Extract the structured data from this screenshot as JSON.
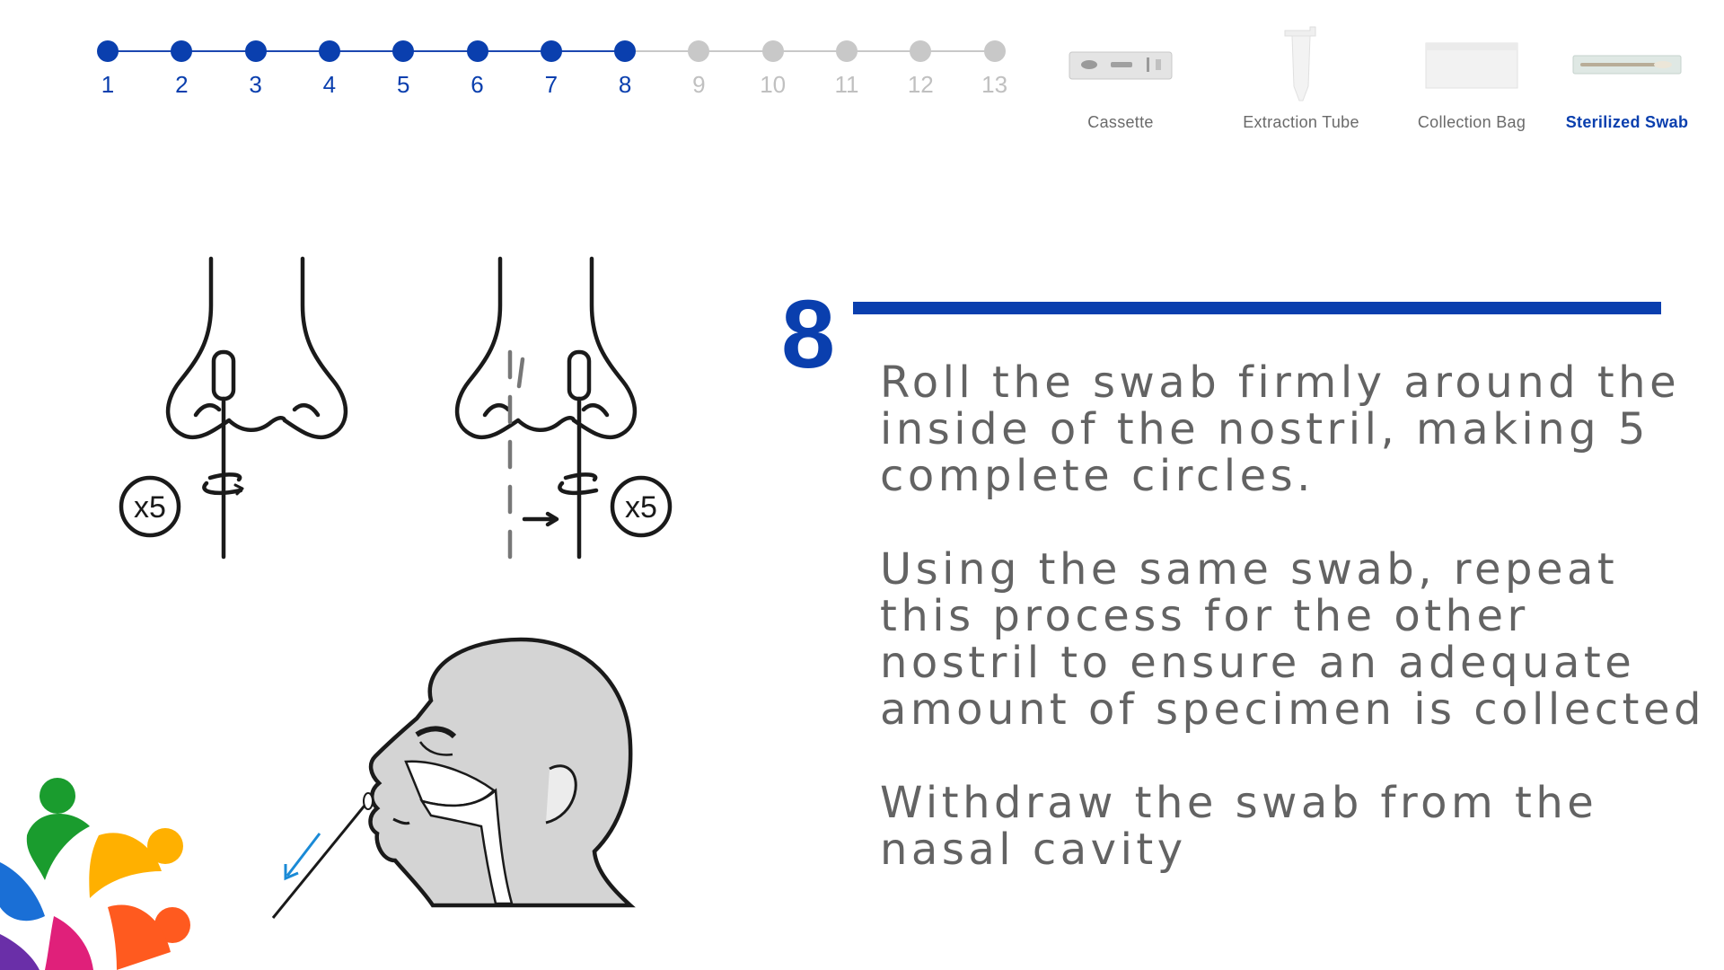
{
  "stepper": {
    "current": 8,
    "steps": [
      {
        "label": "1",
        "done": true
      },
      {
        "label": "2",
        "done": true
      },
      {
        "label": "3",
        "done": true
      },
      {
        "label": "4",
        "done": true
      },
      {
        "label": "5",
        "done": true
      },
      {
        "label": "6",
        "done": true
      },
      {
        "label": "7",
        "done": true
      },
      {
        "label": "8",
        "done": true
      },
      {
        "label": "9",
        "done": false
      },
      {
        "label": "10",
        "done": false
      },
      {
        "label": "11",
        "done": false
      },
      {
        "label": "12",
        "done": false
      },
      {
        "label": "13",
        "done": false
      }
    ]
  },
  "kit": {
    "items": [
      {
        "label": "Cassette",
        "icon": "cassette-icon",
        "active": false
      },
      {
        "label": "Extraction Tube",
        "icon": "extraction-tube-icon",
        "active": false
      },
      {
        "label": "Collection Bag",
        "icon": "collection-bag-icon",
        "active": false
      },
      {
        "label": "Sterilized Swab",
        "icon": "sterilized-swab-icon",
        "active": true
      }
    ]
  },
  "step": {
    "number": "8",
    "paragraphs": [
      "Roll the swab firmly around the inside of the nostril, making 5 complete circles.",
      "Using the same swab, repeat this process for the other nostril to ensure an adequate amount of specimen is collected",
      "Withdraw the swab from the nasal cavity"
    ]
  },
  "illustration": {
    "left_count": "x5",
    "right_count": "x5"
  },
  "colors": {
    "accent": "#0a3fae",
    "inactive": "#c8c8c8",
    "text": "#636363"
  }
}
